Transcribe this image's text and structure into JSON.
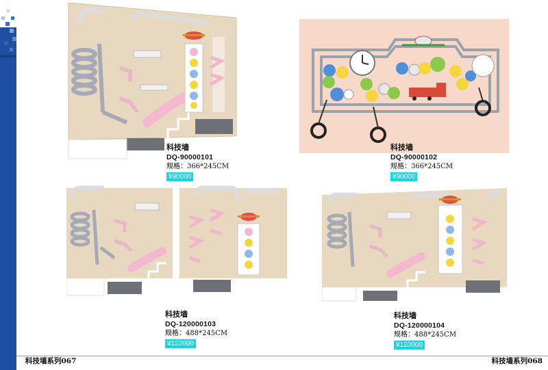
{
  "products": [
    {
      "title": "科技墙",
      "code": "DQ-90000101",
      "spec": "规格：366*245CM",
      "price": "¥90000"
    },
    {
      "title": "科技墙",
      "code": "DQ-90000102",
      "spec": "规格：366*245CM",
      "price": "¥90000"
    },
    {
      "title": "科技墙",
      "code": "DQ-120000103",
      "spec": "规格：488*245CM",
      "price": "¥120000"
    },
    {
      "title": "科技墙",
      "code": "DQ-120000104",
      "spec": "规格：488*245CM",
      "price": "¥120000"
    }
  ],
  "footer": {
    "left": "科技墙系列067",
    "right": "科技墙系列068"
  },
  "colors": {
    "sidebar": "#1f4fa0",
    "price_bg": "#19d3e6",
    "wood": "#e8d6bd",
    "pink_panel": "#f8d9c9"
  }
}
